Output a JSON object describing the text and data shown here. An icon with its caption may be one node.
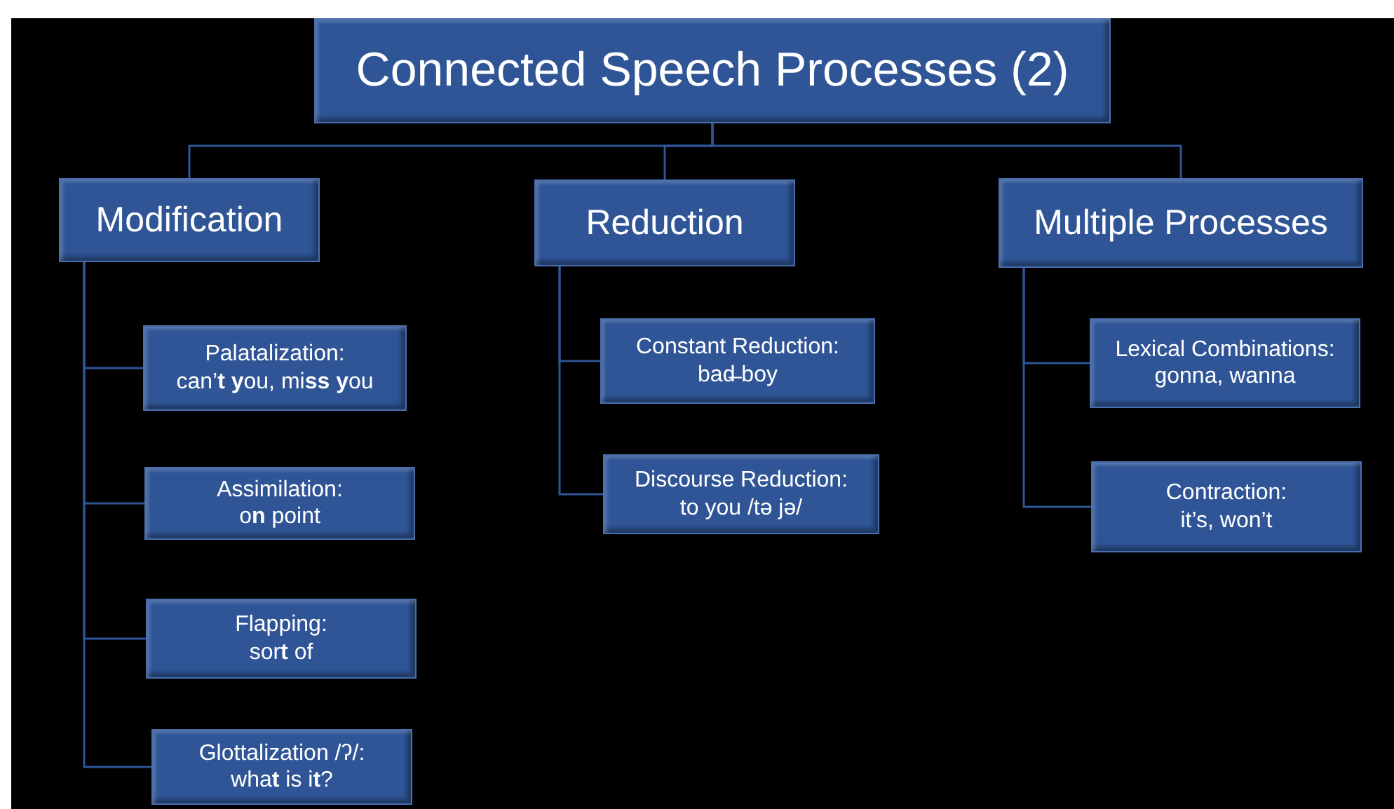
{
  "diagram": {
    "nodes": [
      {
        "text": [
          "Connected Speech Processes (2)"
        ]
      },
      {
        "text": [
          "Modification"
        ]
      },
      {
        "text": [
          "Reduction"
        ]
      },
      {
        "text": [
          "Multiple Processes"
        ]
      },
      {
        "text": [
          "Palatalization:",
          "can’**t y**ou, mi**ss y**ou"
        ]
      },
      {
        "text": [
          "Assimilation:",
          "o**n** point"
        ]
      },
      {
        "text": [
          "Flapping:",
          "sor**t** of"
        ]
      },
      {
        "text": [
          "Glottalization /ʔ/:",
          "wha**t** is i**t**?"
        ]
      },
      {
        "text": [
          "Constant Reduction:",
          "bad̶ boy"
        ]
      },
      {
        "text": [
          "Discourse Reduction:",
          "to you /tə jə/"
        ]
      },
      {
        "text": [
          "Lexical Combinations:",
          "gonna, wanna"
        ]
      },
      {
        "text": [
          "Contraction:",
          "it’s, won’t"
        ]
      }
    ],
    "edges": [
      {
        "from": 0,
        "to": 1,
        "arrow": "none"
      },
      {
        "from": 0,
        "to": 2,
        "arrow": "none"
      },
      {
        "from": 0,
        "to": 3,
        "arrow": "none"
      },
      {
        "from": 1,
        "to": 4,
        "arrow": "none"
      },
      {
        "from": 1,
        "to": 5,
        "arrow": "none"
      },
      {
        "from": 1,
        "to": 6,
        "arrow": "none"
      },
      {
        "from": 1,
        "to": 7,
        "arrow": "none"
      },
      {
        "from": 2,
        "to": 8,
        "arrow": "none"
      },
      {
        "from": 2,
        "to": 9,
        "arrow": "none"
      },
      {
        "from": 3,
        "to": 10,
        "arrow": "none"
      },
      {
        "from": 3,
        "to": 11,
        "arrow": "none"
      }
    ]
  }
}
